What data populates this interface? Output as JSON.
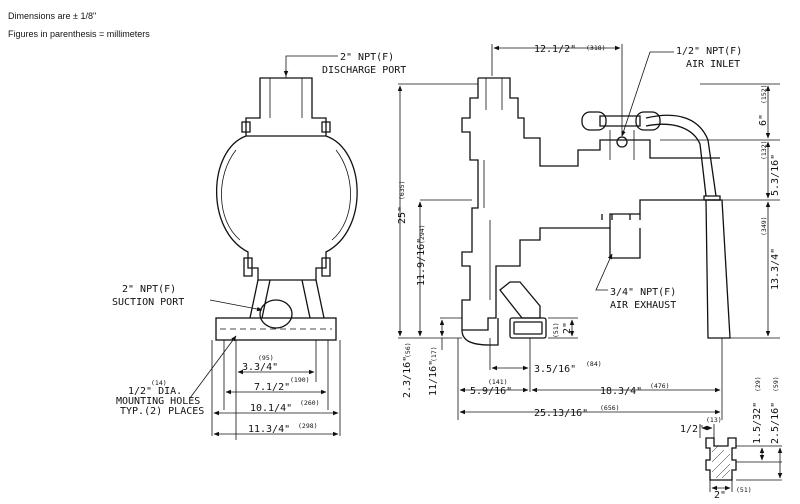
{
  "notes": {
    "tolerance": "Dimensions are ± 1/8\"",
    "mm_note": "Figures in parenthesis = millimeters"
  },
  "callouts": {
    "discharge_a": "2\" NPT(F)",
    "discharge_b": "DISCHARGE PORT",
    "suction_a": "2\" NPT(F)",
    "suction_b": "SUCTION PORT",
    "holes_mm": "(14)",
    "holes_a": "1/2\" DIA.",
    "holes_b": "MOUNTING HOLES",
    "holes_c": "TYP.(2) PLACES",
    "air_inlet_a": "1/2\" NPT(F)",
    "air_inlet_b": "AIR INLET",
    "air_exhaust_a": "3/4\" NPT(F)",
    "air_exhaust_b": "AIR EXHAUST"
  },
  "dims": {
    "d_3_3_4": "3.3/4\"",
    "d_3_3_4_mm": "(95)",
    "d_7_1_2": "7.1/2\"",
    "d_7_1_2_mm": "(190)",
    "d_10_1_4": "10.1/4\"",
    "d_10_1_4_mm": "(260)",
    "d_11_3_4": "11.3/4\"",
    "d_11_3_4_mm": "(298)",
    "d_12_1_2": "12.1/2\"",
    "d_12_1_2_mm": "(318)",
    "d_6": "6\"",
    "d_6_mm": "(152)",
    "d_5_3_16": "5.3/16\"",
    "d_5_3_16_mm": "(132)",
    "d_13_3_4": "13.3/4\"",
    "d_13_3_4_mm": "(349)",
    "d_25": "25\"",
    "d_25_mm": "(635)",
    "d_11_9_16": "11.9/16\"",
    "d_11_9_16_mm": "(294)",
    "d_2_3_16": "2.3/16\"",
    "d_2_3_16_mm": "(56)",
    "d_11_16": "11/16\"",
    "d_11_16_mm": "(17)",
    "d_2": "2\"",
    "d_2_mm": "(51)",
    "d_3_5_16": "3.5/16\"",
    "d_3_5_16_mm": "(84)",
    "d_5_9_16": "5.9/16\"",
    "d_5_9_16_mm": "(141)",
    "d_18_3_4": "18.3/4\"",
    "d_18_3_4_mm": "(476)",
    "d_25_13_16": "25.13/16\"",
    "d_25_13_16_mm": "(656)",
    "d_1_2": "1/2\"",
    "d_1_2_mm": "(13)",
    "d_1_5_32": "1.5/32\"",
    "d_1_5_32_mm": "(29)",
    "d_2_5_16": "2.5/16\"",
    "d_2_5_16_mm": "(59)",
    "d_2b": "2\"",
    "d_2b_mm": "(51)"
  }
}
